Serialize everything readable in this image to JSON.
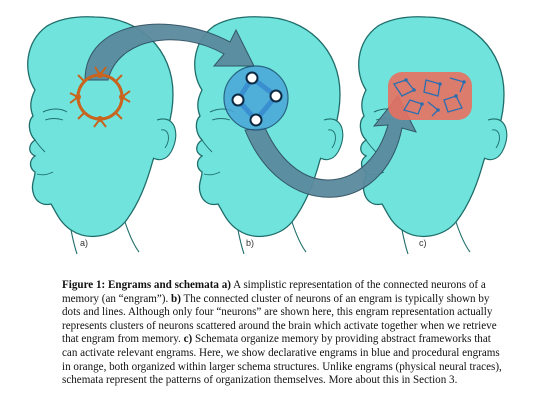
{
  "panels": [
    {
      "label": "a)"
    },
    {
      "label": "b)"
    },
    {
      "label": "c)"
    }
  ],
  "caption": {
    "figure_label": "Figure 1: Engrams and schemata",
    "a_label": "a)",
    "a_text": "A simplistic representation of the connected neurons of a memory (an “engram”).",
    "b_label": "b)",
    "b_text": "The connected cluster of neurons of an engram is typically shown by dots and lines. Although only four “neurons” are shown here, this engram representation actually represents clusters of neurons scattered around the brain which activate together when we retrieve that engram from memory.",
    "c_label": "c)",
    "c_text": "Schemata organize memory by providing abstract frameworks that can activate relevant engrams. Here, we show declarative engrams in blue and procedural engrams in orange, both organized within larger schema structures. Unlike engrams (physical neural traces), schemata represent the patterns of organization themselves. More about this in Section 3."
  },
  "colors": {
    "head_fill": "#6fe3dc",
    "head_stroke": "#1f6d6a",
    "arrow_fill": "#5a8a9e",
    "engram_orange": "#c8641e",
    "engram_blue": "#2a6fb0",
    "schema_red": "#e87060"
  }
}
